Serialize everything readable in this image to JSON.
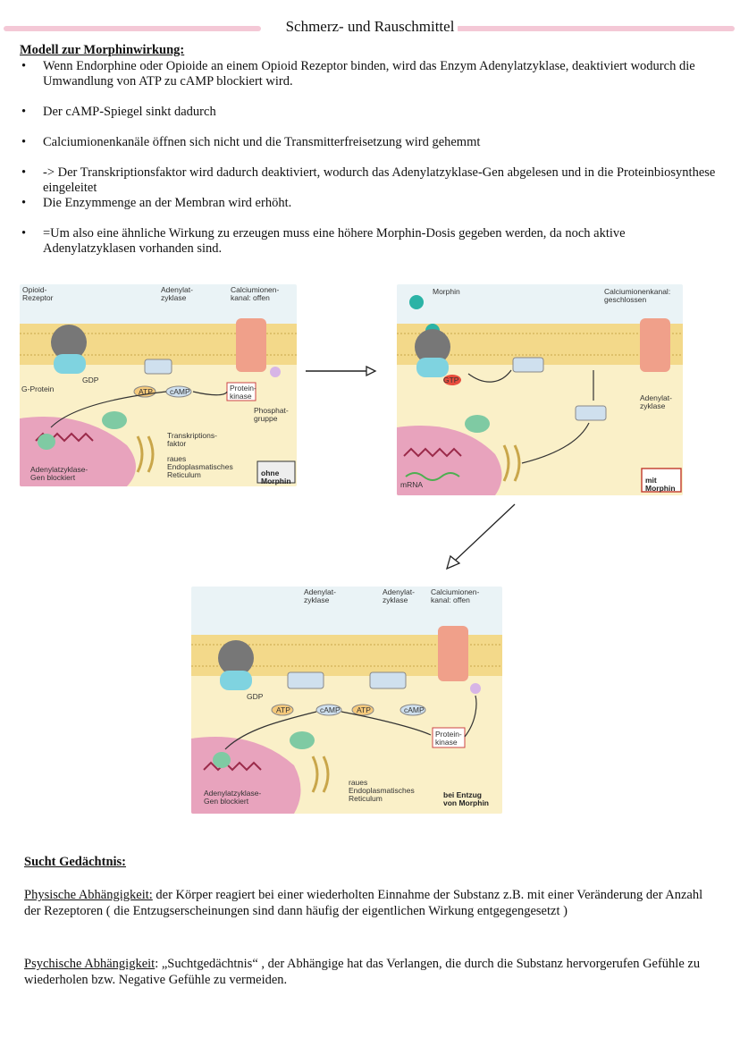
{
  "title": "Schmerz- und Rauschmittel",
  "model": {
    "heading": "Modell zur Morphinwirkung:",
    "bullets": [
      "Wenn Endorphine oder Opioide an einem Opioid Rezeptor binden, wird das Enzym Adenylatzyklase, deaktiviert wodurch die Umwandlung von ATP zu cAMP blockiert wird.",
      "Der cAMP-Spiegel sinkt dadurch",
      "Calciumionenkanäle öffnen sich nicht und die Transmitterfreisetzung wird gehemmt",
      "-> Der Transkriptionsfaktor wird dadurch deaktiviert, wodurch das Adenylatzyklase-Gen abgelesen und in die Proteinbiosynthese eingeleitet",
      "Die Enzymmenge an der Membran wird erhöht.",
      "=Um also eine ähnliche Wirkung zu erzeugen muss eine höhere Morphin-Dosis gegeben werden, da noch aktive Adenylatzyklasen vorhanden sind."
    ]
  },
  "figures": {
    "without": {
      "opioid_receptor": "Opioid-\nRezeptor",
      "adenylat": "Adenylat-\nzyklase",
      "calcium": "Calciumionen-\nkanal: offen",
      "gprotein": "G-Protein",
      "gdp": "GDP",
      "atp": "ATP",
      "camp": "cAMP",
      "proteinkinase": "Protein-\nkinase",
      "phosphat": "Phosphat-\ngruppe",
      "transkription": "Transkriptions-\nfaktor",
      "er": "raues\nEndoplasmatisches\nReticulum",
      "gene": "Adenylatzyklase-\nGen blockiert",
      "badge": "ohne\nMorphin"
    },
    "with": {
      "morphin": "Morphin",
      "calcium": "Calciumionenkanal:\ngeschlossen",
      "gtp": "GTP",
      "adenylat": "Adenylat-\nzyklase",
      "mrna": "mRNA",
      "badge": "mit\nMorphin"
    },
    "withdrawal": {
      "adenylat1": "Adenylat-\nzyklase",
      "adenylat2": "Adenylat-\nzyklase",
      "calcium": "Calciumionen-\nkanal: offen",
      "gdp": "GDP",
      "atp": "ATP",
      "camp": "cAMP",
      "proteinkinase": "Protein-\nkinase",
      "er": "raues\nEndoplasmatisches\nReticulum",
      "gene": "Adenylatzyklase-\nGen blockiert",
      "badge": "bei Entzug\nvon Morphin"
    }
  },
  "sucht": {
    "heading": "Sucht Gedächtnis:",
    "physisch_term": "Physische Abhängigkeit:",
    "physisch_text": " der Körper reagiert bei einer wiederholten Einnahme der Substanz z.B. mit einer Veränderung der Anzahl der Rezeptoren ( die Entzugserscheinungen sind dann häufig der eigentlichen Wirkung entgegengesetzt )",
    "psychisch_term": "Psychische Abhängigkeit",
    "psychisch_text": ": „Suchtgedächtnis“ , der Abhängige hat das Verlangen, die durch die Substanz hervorgerufen Gefühle zu wiederholen bzw. Negative Gefühle zu vermeiden."
  },
  "colors": {
    "title_line": "#f4c8d6",
    "membrane": "#f3d98a",
    "cytoplasm": "#faf0c8",
    "nucleus": "#e8a3bd",
    "channel": "#f0a08a",
    "enzyme": "#cfe0ee",
    "badge_red": "#c0392b"
  }
}
